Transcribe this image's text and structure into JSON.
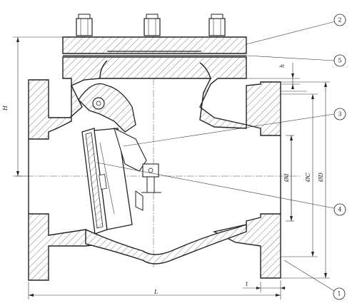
{
  "dimensions": {
    "L": "L",
    "H": "H",
    "h": "h",
    "t": "t",
    "d": "Ød",
    "C": "ØC",
    "D": "ØD"
  },
  "callouts": [
    "1",
    "2",
    "3",
    "4",
    "5"
  ]
}
